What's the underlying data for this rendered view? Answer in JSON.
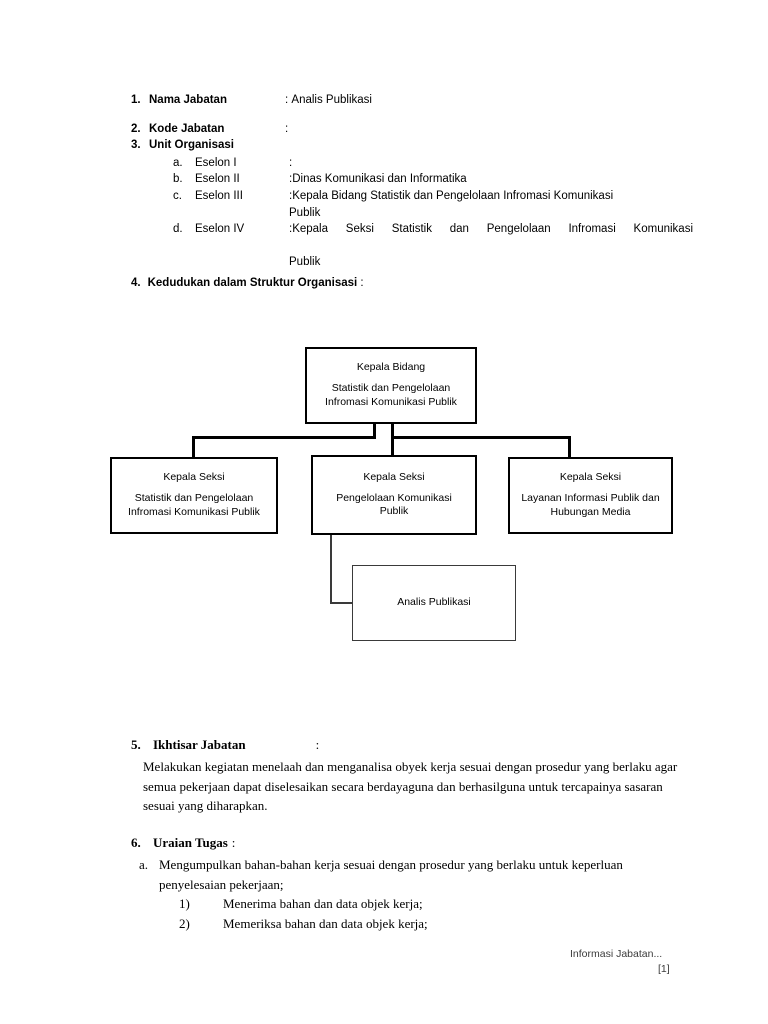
{
  "document": {
    "sections": [
      {
        "number": "1.",
        "label": "Nama Jabatan",
        "colon": ":",
        "value": "Analis Publikasi"
      },
      {
        "number": "2.",
        "label": "Kode Jabatan",
        "colon": ":",
        "value": ""
      },
      {
        "number": "3.",
        "label": "Unit Organisasi",
        "colon": "",
        "value": ""
      }
    ],
    "eselon": [
      {
        "letter": "a.",
        "label": "Eselon I",
        "colon": ":",
        "value": "",
        "continuation": ""
      },
      {
        "letter": "b.",
        "label": "Eselon II",
        "colon": ":",
        "value": "Dinas Komunikasi dan Informatika",
        "continuation": ""
      },
      {
        "letter": "c.",
        "label": "Eselon III",
        "colon": ":",
        "value": "Kepala Bidang Statistik dan Pengelolaan Infromasi Komunikasi",
        "continuation": "Publik"
      },
      {
        "letter": "d.",
        "label": "Eselon IV",
        "colon": ":",
        "value": "Kepala Seksi Statistik dan Pengelolaan Infromasi Komunikasi",
        "continuation": "Publik"
      }
    ],
    "section4": {
      "number": "4.",
      "title": "Kedudukan dalam Struktur Organisasi",
      "colon": ":"
    },
    "org_chart": {
      "top": {
        "title": "Kepala Bidang",
        "line1": "Statistik dan Pengelolaan",
        "line2": "Infromasi Komunikasi Publik"
      },
      "left": {
        "title": "Kepala Seksi",
        "line1": "Statistik dan Pengelolaan",
        "line2": "Infromasi Komunikasi Publik"
      },
      "middle": {
        "title": "Kepala Seksi",
        "line1": "Pengelolaan Komunikasi",
        "line2": "Publik"
      },
      "right": {
        "title": "Kepala Seksi",
        "line1": "Layanan Informasi Publik dan",
        "line2": "Hubungan Media"
      },
      "analis": {
        "title": "Analis Publikasi"
      }
    },
    "section5": {
      "number": "5.",
      "title": "Ikhtisar Jabatan",
      "colon": ":",
      "paragraph": "Melakukan kegiatan menelaah dan menganalisa obyek kerja sesuai dengan prosedur yang berlaku agar semua pekerjaan dapat diselesaikan secara berdayaguna dan berhasilguna untuk tercapainya sasaran sesuai yang diharapkan."
    },
    "section6": {
      "number": "6.",
      "title": "Uraian Tugas",
      "colon": ":",
      "items": [
        {
          "mark": "a.",
          "text": "Mengumpulkan bahan-bahan kerja sesuai dengan prosedur yang berlaku untuk keperluan penyelesaian pekerjaan;"
        }
      ],
      "subitems": [
        {
          "mark": "1)",
          "text": "Menerima bahan dan data objek kerja;"
        },
        {
          "mark": "2)",
          "text": "Memeriksa bahan dan data objek kerja;"
        }
      ]
    },
    "footer": {
      "note": "Informasi Jabatan...",
      "page": "[1]"
    }
  }
}
